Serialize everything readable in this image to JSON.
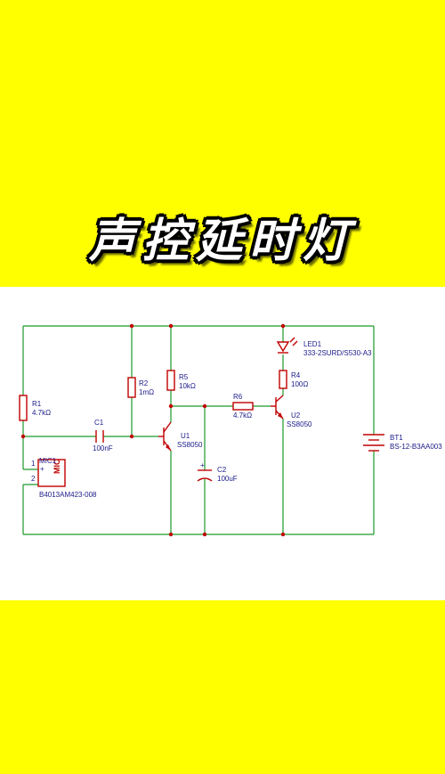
{
  "title": "声控延时灯",
  "components": {
    "r1": {
      "ref": "R1",
      "value": "4.7kΩ"
    },
    "r2": {
      "ref": "R2",
      "value": "1mΩ"
    },
    "r5": {
      "ref": "R5",
      "value": "10kΩ"
    },
    "r6": {
      "ref": "R6",
      "value": "4.7kΩ"
    },
    "r4": {
      "ref": "R4",
      "value": "100Ω"
    },
    "c1": {
      "ref": "C1",
      "value": "100nF"
    },
    "c2": {
      "ref": "C2",
      "value": "100uF"
    },
    "u1": {
      "ref": "U1",
      "value": "SS8050"
    },
    "u2": {
      "ref": "U2",
      "value": "SS8050"
    },
    "led1": {
      "ref": "LED1",
      "value": "333-2SURD/S530-A3"
    },
    "bt1": {
      "ref": "BT1",
      "value": "BS-12-B3AA003"
    },
    "mic1": {
      "ref": "MIC1",
      "value": "B4013AM423-008",
      "body": "MIC",
      "pin1": "1",
      "pin2": "2",
      "plus": "+"
    },
    "c2_plus": "+"
  },
  "colors": {
    "yellow": "#FFFF00",
    "wire": "#1a9a2a",
    "component": "#c00000",
    "label": "#1a1a8a"
  }
}
